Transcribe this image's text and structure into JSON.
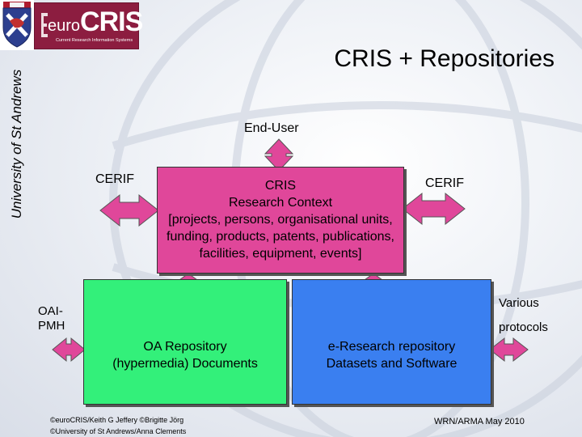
{
  "colors": {
    "cris_box": "#e0479a",
    "oa_box": "#33f07a",
    "eresearch_box": "#3a7ff0",
    "arrow": "#e0479a",
    "logo_bg": "#8c1d40"
  },
  "logo": {
    "euro": "euro",
    "cris": "CRIS",
    "tagline": "Current Research Information Systems"
  },
  "side_label": "University of St Andrews",
  "title": "CRIS + Repositories",
  "end_user": "End-User",
  "cerif_left": "CERIF",
  "cerif_right": "CERIF",
  "cris_box": {
    "line1": "CRIS",
    "line2": "Research Context",
    "line3": "[projects, persons, organisational units,",
    "line4": "funding, products, patents, publications,",
    "line5": "facilities, equipment, events]"
  },
  "oai_pmh": {
    "line1": "OAI-",
    "line2": "PMH"
  },
  "various": "Various",
  "protocols": "protocols",
  "oa_box": {
    "line1": "OA Repository",
    "line2": "(hypermedia) Documents"
  },
  "eresearch_box": {
    "line1": "e-Research repository",
    "line2": "Datasets and Software"
  },
  "footer": {
    "credit1": "©euroCRIS/Keith G Jeffery ©Brigitte Jörg",
    "credit2": "©University of St Andrews/Anna Clements",
    "event": "WRN/ARMA May 2010"
  }
}
